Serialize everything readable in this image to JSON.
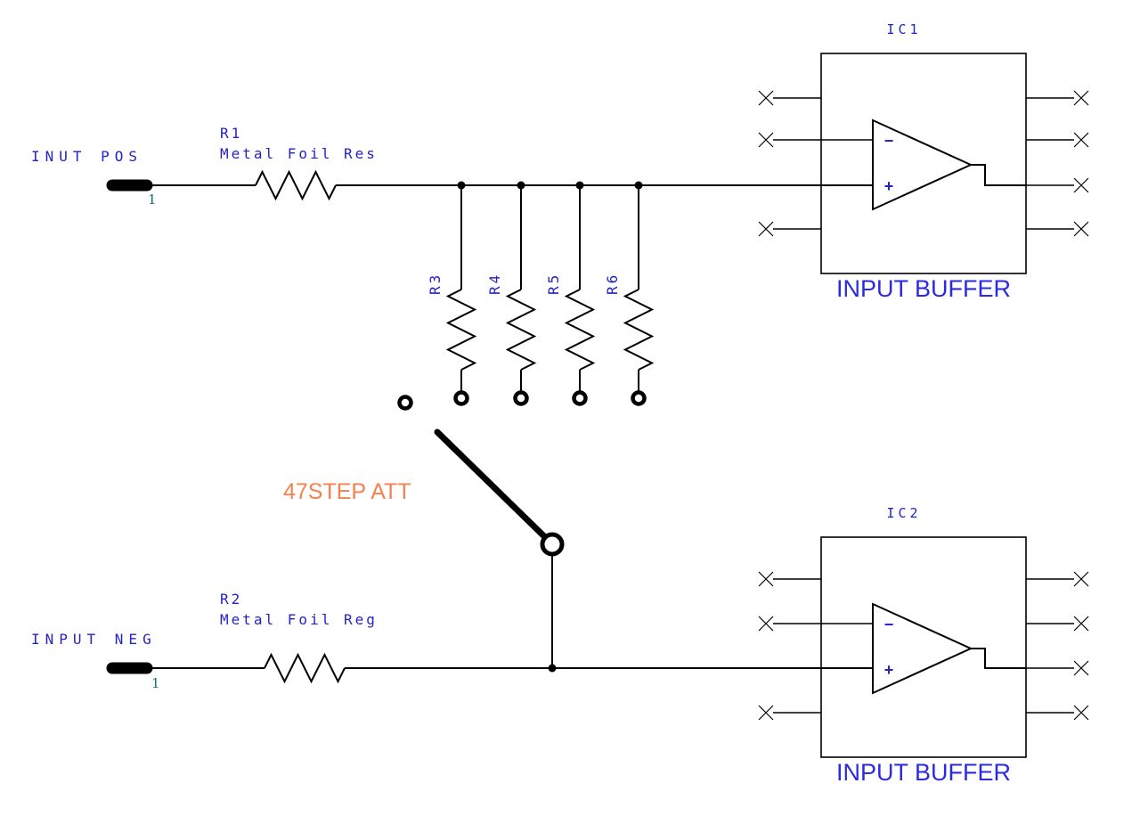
{
  "colors": {
    "label_blue": "#2323C8",
    "title_blue": "#2B2BE1",
    "attenuator_orange": "#F4814E",
    "pin_teal": "#0F7568",
    "wire_black": "#000000"
  },
  "connectors": {
    "pos": {
      "label": "INUT POS",
      "pin": "1"
    },
    "neg": {
      "label": "INPUT NEG",
      "pin": "1"
    }
  },
  "resistors": {
    "r1": {
      "ref": "R1",
      "value": "Metal Foil Res"
    },
    "r2": {
      "ref": "R2",
      "value": "Metal Foil Reg"
    },
    "r3": {
      "ref": "R3"
    },
    "r4": {
      "ref": "R4"
    },
    "r5": {
      "ref": "R5"
    },
    "r6": {
      "ref": "R6"
    }
  },
  "attenuator": {
    "label": "47STEP ATT"
  },
  "ics": {
    "ic1": {
      "ref": "IC1",
      "title": "INPUT BUFFER",
      "minus": "−",
      "plus": "+"
    },
    "ic2": {
      "ref": "IC2",
      "title": "INPUT BUFFER",
      "minus": "−",
      "plus": "+"
    }
  }
}
